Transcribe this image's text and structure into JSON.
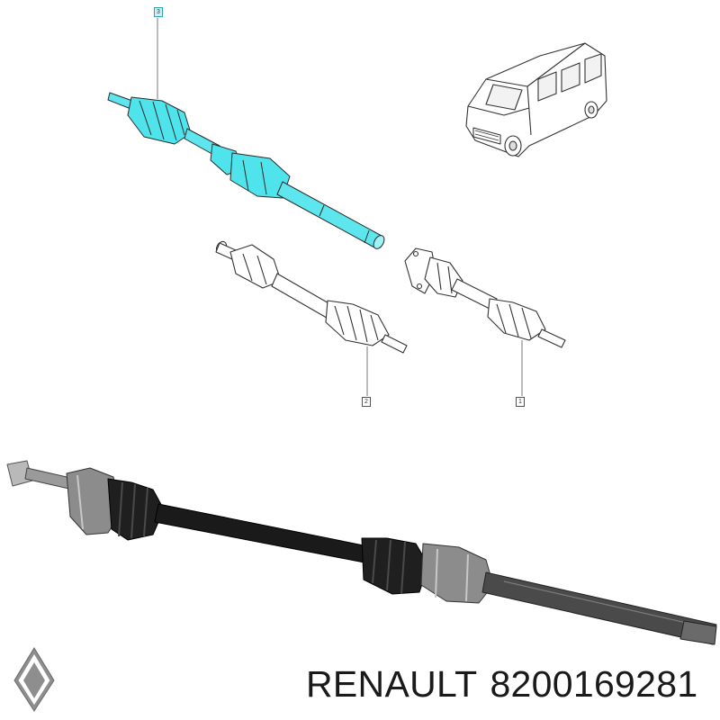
{
  "callouts": {
    "part3": "3",
    "part2": "2",
    "part1": "1"
  },
  "brand": "RENAULT",
  "part_number": "8200169281",
  "colors": {
    "highlight": "#4fe3ec",
    "shaft": "#1a1a1a",
    "outline": "#333333",
    "logo": "#8a8a8a"
  },
  "icons": {
    "logo": "renault-logo-icon",
    "vehicle": "van-icon"
  }
}
